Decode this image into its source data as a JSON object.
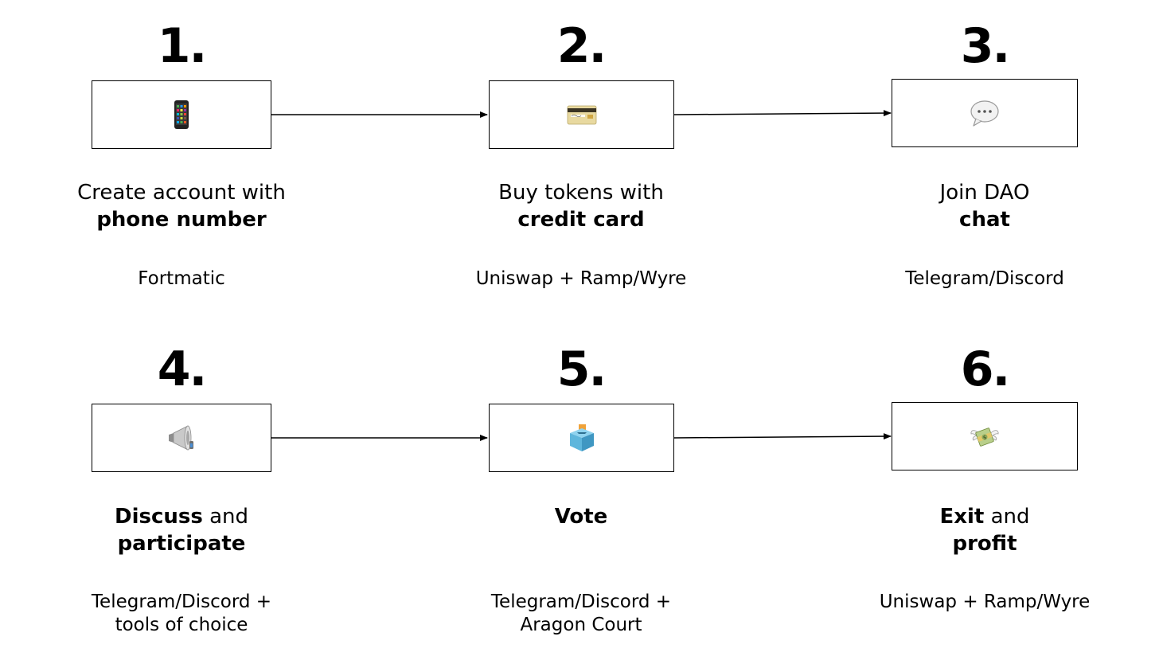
{
  "steps": [
    {
      "number": "1.",
      "icon": "mobile-phone-icon",
      "title_line1": "Create account with",
      "title_line2_bold": "phone number",
      "tools_line1": "Fortmatic",
      "tools_line2": ""
    },
    {
      "number": "2.",
      "icon": "credit-card-icon",
      "title_line1": "Buy tokens with",
      "title_line2_bold": "credit card",
      "tools_line1": "Uniswap + Ramp/Wyre",
      "tools_line2": ""
    },
    {
      "number": "3.",
      "icon": "speech-bubble-icon",
      "title_line1": "Join DAO",
      "title_line2_bold": "chat",
      "tools_line1": "Telegram/Discord",
      "tools_line2": ""
    },
    {
      "number": "4.",
      "icon": "megaphone-icon",
      "title_line1_bold": "Discuss",
      "title_line1_rest": " and",
      "title_line2_bold": "participate",
      "tools_line1": "Telegram/Discord +",
      "tools_line2": "tools of choice"
    },
    {
      "number": "5.",
      "icon": "ballot-box-icon",
      "title_line1_bold": "Vote",
      "tools_line1": "Telegram/Discord +",
      "tools_line2": "Aragon Court"
    },
    {
      "number": "6.",
      "icon": "money-with-wings-icon",
      "title_line1_bold": "Exit",
      "title_line1_rest": " and",
      "title_line2_bold": "profit",
      "tools_line1": "Uniswap + Ramp/Wyre",
      "tools_line2": ""
    }
  ],
  "colors": {
    "line": "#000000",
    "background": "#ffffff"
  }
}
